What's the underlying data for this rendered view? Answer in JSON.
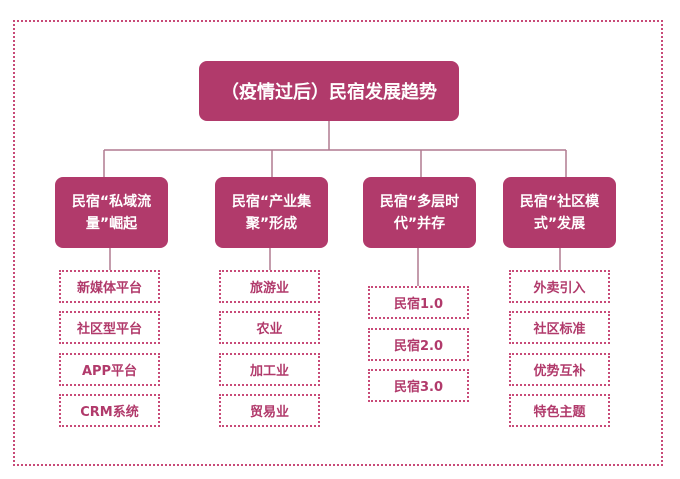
{
  "root": {
    "title": "（疫情过后）民宿发展趋势"
  },
  "categories": [
    {
      "title": "民宿“私域流量”崛起",
      "items": [
        "新媒体平台",
        "社区型平台",
        "APP平台",
        "CRM系统"
      ]
    },
    {
      "title": "民宿“产业集聚”形成",
      "items": [
        "旅游业",
        "农业",
        "加工业",
        "贸易业"
      ]
    },
    {
      "title": "民宿“多层时代”并存",
      "items": [
        "民宿1.0",
        "民宿2.0",
        "民宿3.0"
      ]
    },
    {
      "title": "民宿“社区模式”发展",
      "items": [
        "外卖引入",
        "社区标准",
        "优势互补",
        "特色主题"
      ]
    }
  ],
  "colors": {
    "primary": "#b13a6b",
    "border": "#c84a78",
    "line": "#b07a90"
  }
}
